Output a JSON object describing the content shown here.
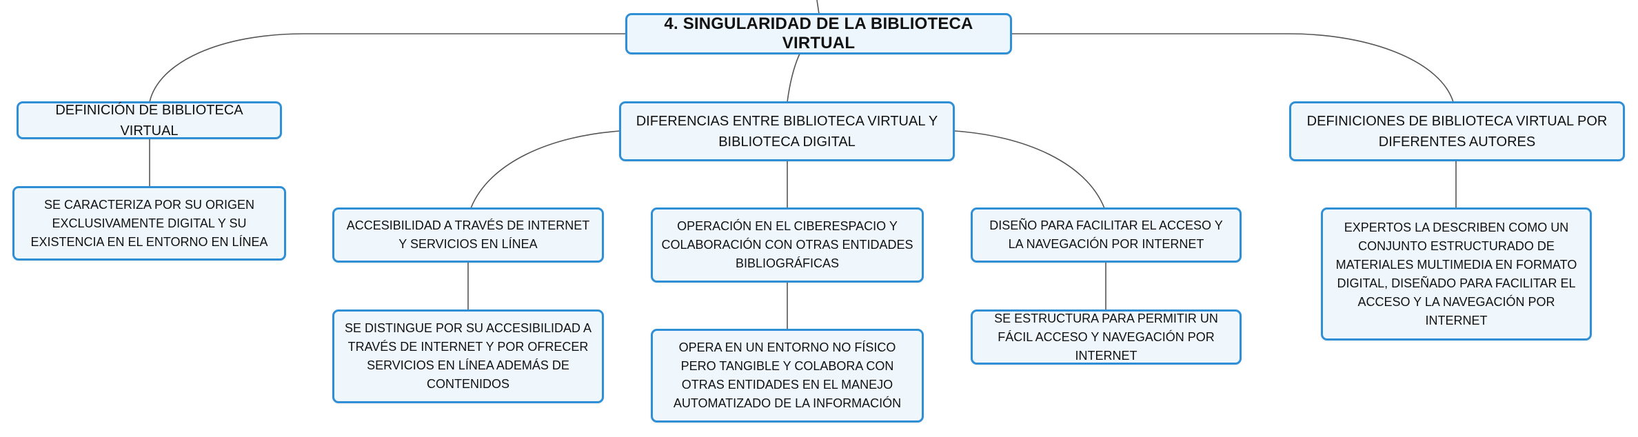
{
  "root": {
    "label": "4. SINGULARIDAD DE LA BIBLIOTECA VIRTUAL"
  },
  "branches": [
    {
      "topic": "DEFINICIÓN DE BIBLIOTECA VIRTUAL",
      "detail": "SE CARACTERIZA POR SU ORIGEN EXCLUSIVAMENTE DIGITAL Y SU EXISTENCIA EN EL ENTORNO EN LÍNEA"
    },
    {
      "topic": "DIFERENCIAS ENTRE BIBLIOTECA VIRTUAL Y BIBLIOTECA DIGITAL",
      "children": [
        {
          "topic": "ACCESIBILIDAD A TRAVÉS DE INTERNET Y SERVICIOS EN LÍNEA",
          "detail": "SE DISTINGUE POR SU ACCESIBILIDAD A TRAVÉS DE INTERNET Y POR OFRECER SERVICIOS EN LÍNEA ADEMÁS DE CONTENIDOS"
        },
        {
          "topic": "OPERACIÓN EN EL CIBERESPACIO Y COLABORACIÓN CON OTRAS ENTIDADES BIBLIOGRÁFICAS",
          "detail": "OPERA EN UN ENTORNO NO FÍSICO PERO TANGIBLE Y COLABORA CON OTRAS ENTIDADES EN EL MANEJO AUTOMATIZADO DE LA INFORMACIÓN"
        },
        {
          "topic": "DISEÑO PARA FACILITAR EL ACCESO Y LA NAVEGACIÓN POR INTERNET",
          "detail": "SE ESTRUCTURA PARA PERMITIR UN FÁCIL ACCESO Y NAVEGACIÓN POR INTERNET"
        }
      ]
    },
    {
      "topic": "DEFINICIONES DE BIBLIOTECA VIRTUAL POR DIFERENTES AUTORES",
      "detail": "EXPERTOS LA DESCRIBEN COMO UN CONJUNTO ESTRUCTURADO DE MATERIALES MULTIMEDIA EN FORMATO DIGITAL, DISEÑADO PARA FACILITAR EL ACCESO Y LA NAVEGACIÓN POR INTERNET"
    }
  ],
  "colors": {
    "node_border": "#2f8fd6",
    "node_fill": "#eff7fd",
    "connector": "#555555",
    "text": "#111111"
  }
}
